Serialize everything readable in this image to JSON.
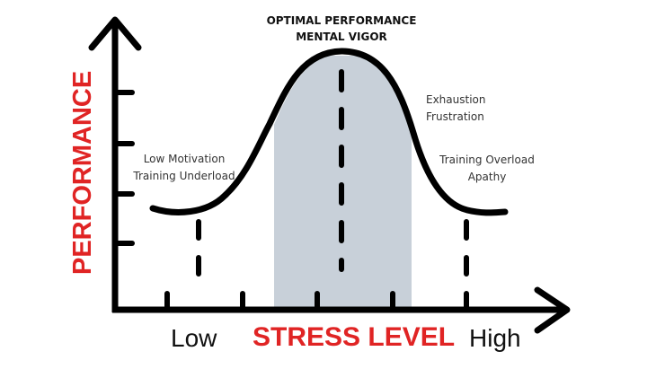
{
  "title": {
    "line1": "OPTIMAL PERFORMANCE",
    "line2": "MENTAL VIGOR"
  },
  "axes": {
    "y_label": "PERFORMANCE",
    "x_label": "STRESS LEVEL",
    "x_low": "Low",
    "x_high": "High"
  },
  "annotations": {
    "left": {
      "line1": "Low Motivation",
      "line2": "Training Underload"
    },
    "right_upper": {
      "line1": "Exhaustion",
      "line2": "Frustration"
    },
    "right_lower": {
      "line1": "Training Overload",
      "line2": "Apathy"
    }
  },
  "colors": {
    "accent_red": "#e02424",
    "optimal_zone": "#c8d0d9",
    "line": "#000000"
  },
  "chart_data": {
    "type": "line",
    "title": "OPTIMAL PERFORMANCE / MENTAL VIGOR",
    "xlabel": "STRESS LEVEL",
    "ylabel": "PERFORMANCE",
    "x_tick_labels": [
      "Low",
      "High"
    ],
    "description": "Inverted-U (Yerkes-Dodson) curve: performance rises with stress to an optimal zone, then falls",
    "x": [
      0,
      1,
      2,
      3,
      4,
      5,
      6,
      7,
      8,
      9,
      10
    ],
    "values": [
      1.6,
      1.7,
      2.3,
      3.8,
      5.4,
      5.6,
      5.3,
      3.9,
      2.2,
      1.6,
      1.6
    ],
    "shaded_region": {
      "x_start": 3.2,
      "x_end": 6.8,
      "label": "Optimal performance zone"
    },
    "regions": [
      {
        "position": "left",
        "labels": [
          "Low Motivation",
          "Training Underload"
        ]
      },
      {
        "position": "peak",
        "labels": [
          "OPTIMAL PERFORMANCE",
          "MENTAL VIGOR"
        ]
      },
      {
        "position": "right-descending",
        "labels": [
          "Exhaustion",
          "Frustration"
        ]
      },
      {
        "position": "right-low",
        "labels": [
          "Training Overload",
          "Apathy"
        ]
      }
    ],
    "grid": false
  }
}
